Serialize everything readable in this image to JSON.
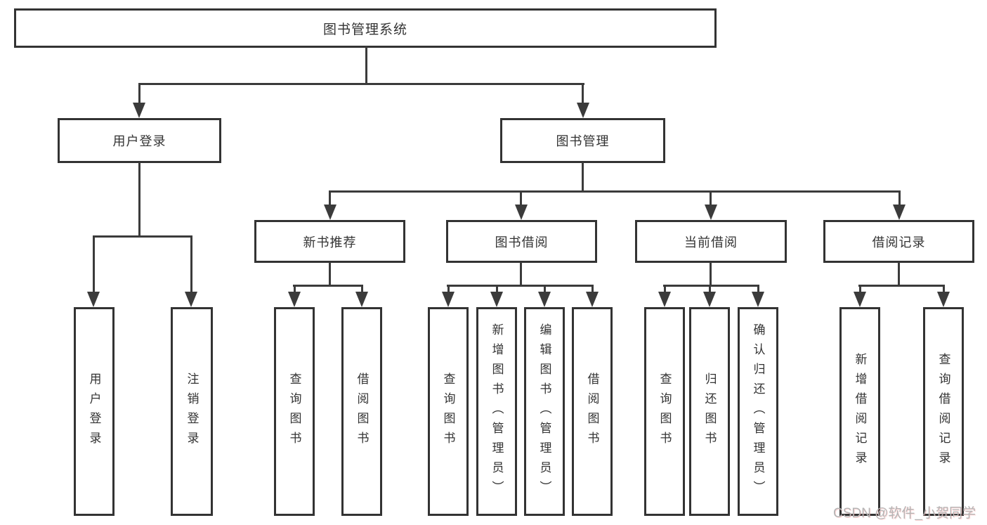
{
  "diagram": {
    "title": "图书管理系统",
    "type": "hierarchy-tree",
    "colors": {
      "line": "#3b3b3b",
      "border": "#333333",
      "text": "#333333",
      "background": "#ffffff",
      "watermark": "#b5b5b5"
    },
    "root": {
      "label": "图书管理系统"
    },
    "level2": [
      {
        "label": "用户登录"
      },
      {
        "label": "图书管理"
      }
    ],
    "level3": [
      {
        "label": "新书推荐",
        "parent": "图书管理"
      },
      {
        "label": "图书借阅",
        "parent": "图书管理"
      },
      {
        "label": "当前借阅",
        "parent": "图书管理"
      },
      {
        "label": "借阅记录",
        "parent": "图书管理"
      }
    ],
    "leaves": [
      {
        "label": "用户登录",
        "parent": "用户登录"
      },
      {
        "label": "注销登录",
        "parent": "用户登录"
      },
      {
        "label": "查询图书",
        "parent": "新书推荐"
      },
      {
        "label": "借阅图书",
        "parent": "新书推荐"
      },
      {
        "label": "查询图书",
        "parent": "图书借阅"
      },
      {
        "label": "新增图书（管理员）",
        "parent": "图书借阅"
      },
      {
        "label": "编辑图书（管理员）",
        "parent": "图书借阅"
      },
      {
        "label": "借阅图书",
        "parent": "图书借阅"
      },
      {
        "label": "查询图书",
        "parent": "当前借阅"
      },
      {
        "label": "归还图书",
        "parent": "当前借阅"
      },
      {
        "label": "确认归还（管理员）",
        "parent": "当前借阅"
      },
      {
        "label": "新增借阅记录",
        "parent": "借阅记录"
      },
      {
        "label": "查询借阅记录",
        "parent": "借阅记录"
      }
    ],
    "watermark": "CSDN @软件_小贺同学"
  }
}
